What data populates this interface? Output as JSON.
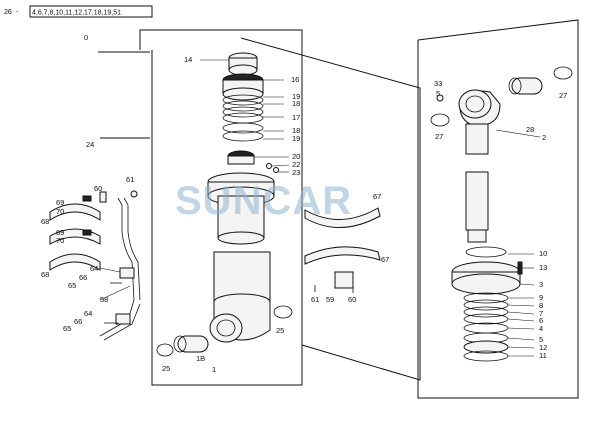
{
  "header": {
    "prefix": "26",
    "items": "4,6,7,8,10,11,12,17,18,19,51"
  },
  "watermark": "SUNCAR",
  "callouts": [
    {
      "id": "c0",
      "text": "0"
    },
    {
      "id": "c14",
      "text": "14"
    },
    {
      "id": "c16",
      "text": "16"
    },
    {
      "id": "c19a",
      "text": "19"
    },
    {
      "id": "c18a",
      "text": "18"
    },
    {
      "id": "c17",
      "text": "17"
    },
    {
      "id": "c18b",
      "text": "18"
    },
    {
      "id": "c19b",
      "text": "19"
    },
    {
      "id": "c20",
      "text": "20"
    },
    {
      "id": "c22",
      "text": "22"
    },
    {
      "id": "c23",
      "text": "23"
    },
    {
      "id": "c24",
      "text": "24"
    },
    {
      "id": "c33",
      "text": "33"
    },
    {
      "id": "c5",
      "text": "5"
    },
    {
      "id": "c27a",
      "text": "27"
    },
    {
      "id": "c27b",
      "text": "27"
    },
    {
      "id": "c28",
      "text": "28"
    },
    {
      "id": "c2",
      "text": "2"
    },
    {
      "id": "c61a",
      "text": "61"
    },
    {
      "id": "c60a",
      "text": "60"
    },
    {
      "id": "c69a",
      "text": "69"
    },
    {
      "id": "c70a",
      "text": "70"
    },
    {
      "id": "c68a",
      "text": "68"
    },
    {
      "id": "c69b",
      "text": "69"
    },
    {
      "id": "c70b",
      "text": "70"
    },
    {
      "id": "c68b",
      "text": "68"
    },
    {
      "id": "c67a",
      "text": "67"
    },
    {
      "id": "c67b",
      "text": "67"
    },
    {
      "id": "c64a",
      "text": "64"
    },
    {
      "id": "c66a",
      "text": "66"
    },
    {
      "id": "c65a",
      "text": "65"
    },
    {
      "id": "c58",
      "text": "58"
    },
    {
      "id": "c64b",
      "text": "64"
    },
    {
      "id": "c66b",
      "text": "66"
    },
    {
      "id": "c65b",
      "text": "65"
    },
    {
      "id": "c61b",
      "text": "61"
    },
    {
      "id": "c59",
      "text": "59"
    },
    {
      "id": "c60b",
      "text": "60"
    },
    {
      "id": "c25a",
      "text": "25"
    },
    {
      "id": "c25b",
      "text": "25"
    },
    {
      "id": "c1B",
      "text": "1B"
    },
    {
      "id": "c1",
      "text": "1"
    },
    {
      "id": "c10",
      "text": "10"
    },
    {
      "id": "c13",
      "text": "13"
    },
    {
      "id": "c3",
      "text": "3"
    },
    {
      "id": "c9",
      "text": "9"
    },
    {
      "id": "c8",
      "text": "8"
    },
    {
      "id": "c7",
      "text": "7"
    },
    {
      "id": "c6",
      "text": "6"
    },
    {
      "id": "c4",
      "text": "4"
    },
    {
      "id": "c5b",
      "text": "5"
    },
    {
      "id": "c12",
      "text": "12"
    },
    {
      "id": "c11",
      "text": "11"
    }
  ]
}
